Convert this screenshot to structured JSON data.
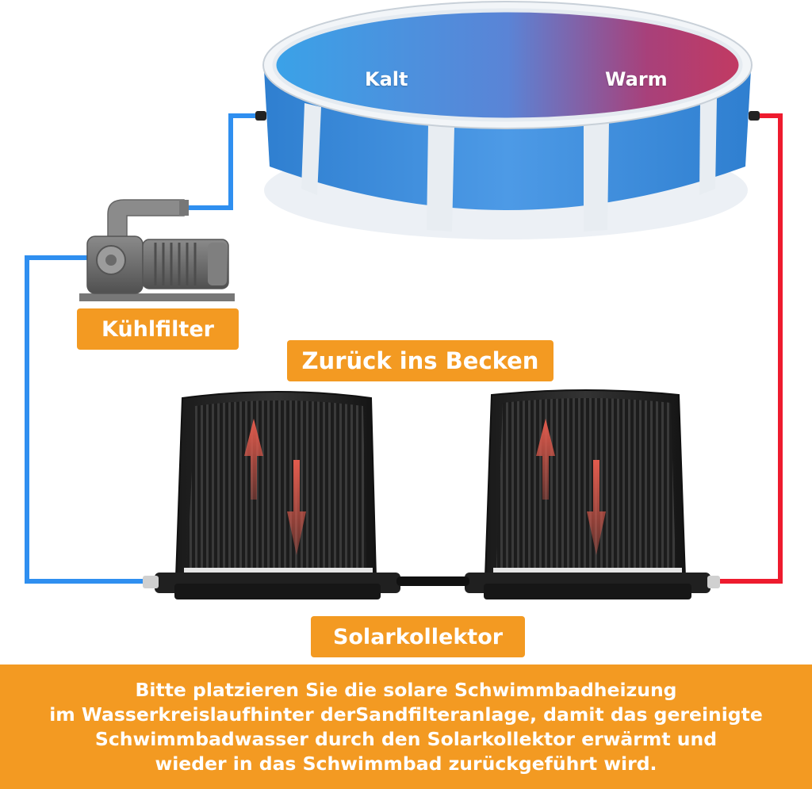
{
  "pool": {
    "cold_label": "Kalt",
    "warm_label": "Warm"
  },
  "labels": {
    "pump": "Kühlfilter",
    "return": "Zurück ins Becken",
    "collector": "Solarkollektor"
  },
  "footer": {
    "lines": [
      "Bitte platzieren Sie die solare Schwimmbadheizung",
      "im Wasserkreislaufhinter derSandfilteranlage, damit das gereinigte",
      "Schwimmbadwasser durch den Solarkollektor erwärmt und",
      "wieder in das Schwimmbad zurückgeführt wird."
    ]
  },
  "colors": {
    "cold_pipe": "#2f8ff0",
    "warm_pipe": "#ee1b2e",
    "accent": "#f39a22",
    "pool_wall": "#3d8fe0",
    "collector": "#1d1d1d"
  }
}
